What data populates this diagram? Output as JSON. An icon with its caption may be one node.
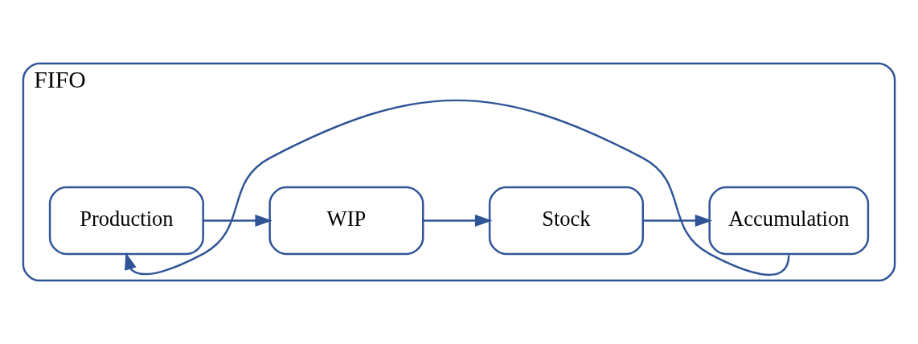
{
  "diagram": {
    "nodes": [
      {
        "text": [
          "FIFO"
        ]
      },
      {
        "text": [
          "Production"
        ],
        "in": 0
      },
      {
        "text": [
          "WIP"
        ],
        "in": 0
      },
      {
        "text": [
          "Stock"
        ],
        "in": 0
      },
      {
        "text": [
          "Accumulation"
        ],
        "in": 0
      }
    ],
    "edges": [
      {
        "from": 1,
        "to": 2,
        "arrow": "to"
      },
      {
        "from": 2,
        "to": 3,
        "arrow": "to"
      },
      {
        "from": 3,
        "to": 4,
        "arrow": "to"
      },
      {
        "from": 4,
        "to": 1,
        "arrow": "to"
      }
    ]
  }
}
